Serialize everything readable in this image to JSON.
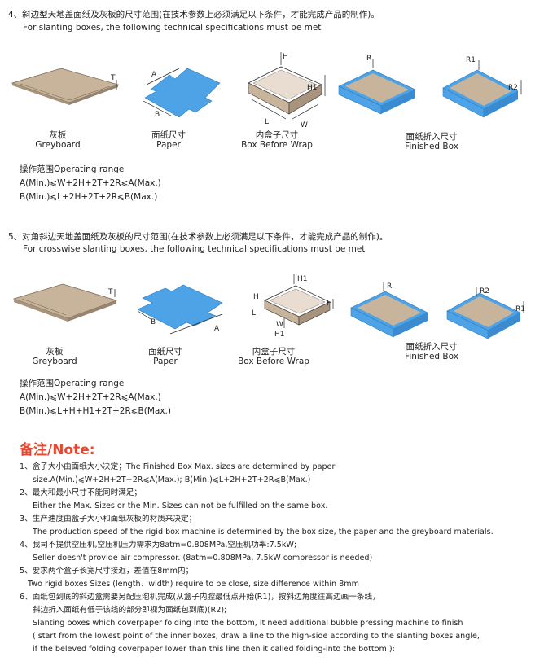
{
  "section4": {
    "heading": "4、斜边型天地盖面纸及灰板的尺寸范围(在技术参数上必须满足以下条件，才能完成产品的制作)。",
    "subheading": "For slanting boxes, the following technical specifications must be met",
    "captions": [
      {
        "zh": "灰板",
        "en": "Greyboard"
      },
      {
        "zh": "面纸尺寸",
        "en": "Paper"
      },
      {
        "zh": "内盒子尺寸",
        "en": "Box Before Wrap"
      },
      {
        "zh": "面纸折入尺寸",
        "en": "Finished Box"
      }
    ],
    "dims": {
      "T": "T",
      "A": "A",
      "B": "B",
      "H": "H",
      "H1": "H1",
      "L": "L",
      "W": "W",
      "R": "R",
      "R1": "R1",
      "R2": "R2"
    },
    "range_title": "操作范围Operating range",
    "range_a": "A(Min.)⩽W+2H+2T+2R⩽A(Max.)",
    "range_b": "B(Min.)⩽L+2H+2T+2R⩽B(Max.)"
  },
  "section5": {
    "heading": "5、对角斜边天地盖面纸及灰板的尺寸范围(在技术参数上必须满足以下条件，才能完成产品的制作)。",
    "subheading": "For crosswise slanting boxes, the following technical specifications must be met",
    "captions": [
      {
        "zh": "灰板",
        "en": "Greyboard"
      },
      {
        "zh": "面纸尺寸",
        "en": "Paper"
      },
      {
        "zh": "内盒子尺寸",
        "en": "Box Before Wrap"
      },
      {
        "zh": "面纸折入尺寸",
        "en": "Finished Box"
      }
    ],
    "range_title": "操作范围Operating range",
    "range_a": "A(Min.)⩽W+2H+2T+2R⩽A(Max.)",
    "range_b": "B(Min.)⩽L+H+H1+2T+2R⩽B(Max.)"
  },
  "note": {
    "title": "备注/Note:",
    "lines": [
      "1、盒子大小由面纸大小决定；The Finished Box Max. sizes are determined by paper",
      "size.A(Min.)⩽W+2H+2T+2R⩽A(Max.); B(Min.)⩽L+2H+2T+2R⩽B(Max.)",
      "2、最大和最小尺寸不能同时满足；",
      "Either the Max. Sizes or the Min. Sizes can not be fulfilled on the same box.",
      "3、生产速度由盒子大小和面纸灰板的材质来决定；",
      "The production speed of the rigid box machine is determined by the box size, the paper and the greyboard materials.",
      "4、我司不提供空压机,空压机压力需求为8atm=0.808MPa,空压机功率:7.5kW;",
      "Seller doesn't provide air compressor. (8atm=0.808MPa, 7.5kW compressor is needed)",
      "5、要求两个盒子长宽尺寸接近，差值在8mm内；",
      "Two rigid boxes Sizes (length、width) require to be close, size difference within 8mm",
      "6、面纸包到底的斜边盒需要另配压泡机完成(从盒子内腔最低点开始(R1)，按斜边角度往高边画一条线，",
      "斜边折入面纸有低于该线的部分即视为面纸包到底)(R2);",
      "Slanting boxes which coverpaper folding into the bottom, it need additional bubble pressing machine to finish",
      "( start from the lowest point of the inner boxes, draw a line to the high-side according to the slanting boxes angle,",
      "if the beleved folding coverpaper lower than this line then it called folding-into the bottom ):"
    ]
  },
  "colors": {
    "greyboard": "#c8b49a",
    "paper": "#4da3e6",
    "accent": "#e8462e"
  }
}
